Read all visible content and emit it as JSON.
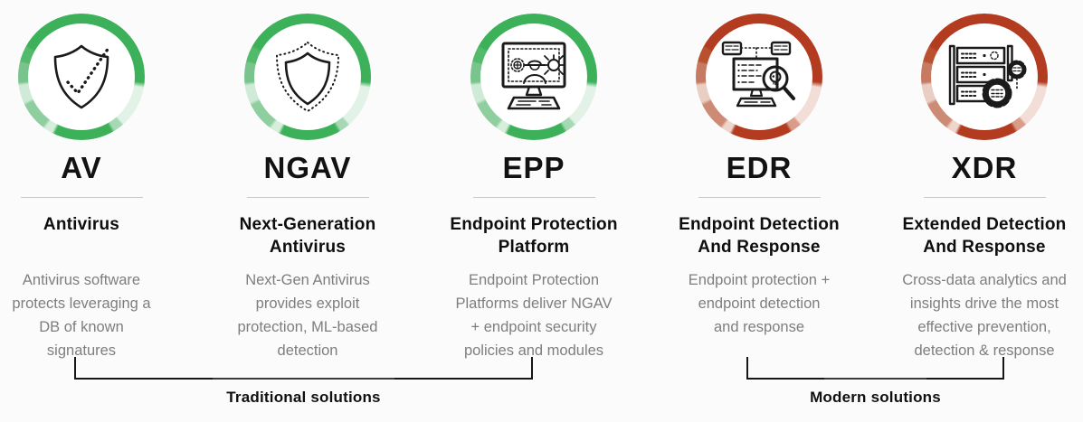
{
  "page": {
    "background": "#fbfbfb"
  },
  "colors": {
    "green_ring": "#3cb15a",
    "green_ring_light": "#d7eedd",
    "red_ring": "#b23b20",
    "red_ring_light": "#eed6cd",
    "title_text": "#121212",
    "body_text": "#7e7e7e",
    "divider": "#c9c9c9",
    "bracket_line": "#161616"
  },
  "columns": [
    {
      "acronym": "AV",
      "name": "Antivirus",
      "description": "Antivirus software\nprotects leveraging a\nDB of known\nsignatures",
      "icon": "shield-check-icon",
      "theme": "green",
      "group": "traditional"
    },
    {
      "acronym": "NGAV",
      "name": "Next-Generation\nAntivirus",
      "description": "Next-Gen Antivirus\nprovides exploit\nprotection, ML-based\ndetection",
      "icon": "double-shield-icon",
      "theme": "green",
      "group": "traditional"
    },
    {
      "acronym": "EPP",
      "name": "Endpoint Protection\nPlatform",
      "description": "Endpoint Protection\nPlatforms deliver NGAV\n+ endpoint security\npolicies and modules",
      "icon": "monitor-threats-icon",
      "theme": "green",
      "group": "traditional"
    },
    {
      "acronym": "EDR",
      "name": "Endpoint Detection\nAnd Response",
      "description": "Endpoint protection +\nendpoint detection\nand response",
      "icon": "threat-hunting-icon",
      "theme": "red",
      "group": "modern"
    },
    {
      "acronym": "XDR",
      "name": "Extended Detection\nAnd Response",
      "description": "Cross-data analytics and\ninsights drive the most\neffective prevention,\ndetection & response",
      "icon": "server-gears-icon",
      "theme": "red",
      "group": "modern"
    }
  ],
  "groups": {
    "traditional": {
      "label": "Traditional solutions",
      "members": [
        "AV",
        "NGAV",
        "EPP"
      ]
    },
    "modern": {
      "label": "Modern solutions",
      "members": [
        "EDR",
        "XDR"
      ]
    }
  }
}
